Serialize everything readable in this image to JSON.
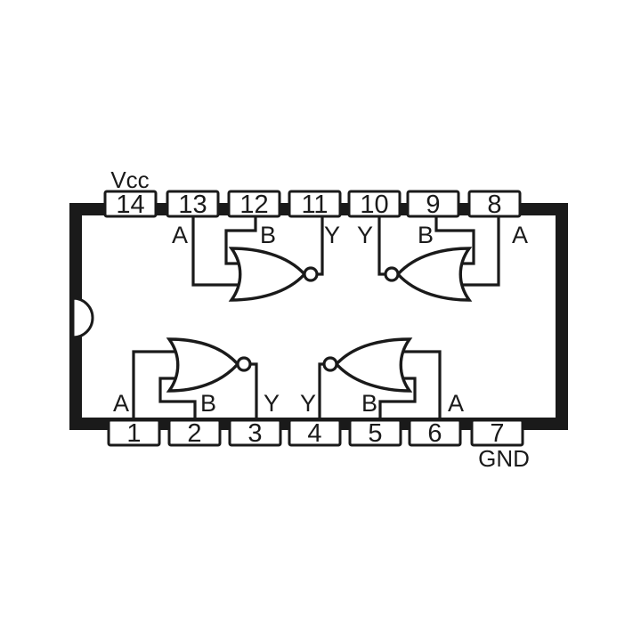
{
  "colors": {
    "ink": "#1a1a1a",
    "paper": "#ffffff"
  },
  "package": {
    "style": "DIP-14",
    "pin_count": 14
  },
  "pins": {
    "top": [
      {
        "number": "14",
        "signal": "",
        "power": "Vcc"
      },
      {
        "number": "13",
        "signal": "A"
      },
      {
        "number": "12",
        "signal": "B"
      },
      {
        "number": "11",
        "signal": "Y"
      },
      {
        "number": "10",
        "signal": "Y"
      },
      {
        "number": "9",
        "signal": "B"
      },
      {
        "number": "8",
        "signal": "A"
      }
    ],
    "bottom": [
      {
        "number": "1",
        "signal": "A"
      },
      {
        "number": "2",
        "signal": "B"
      },
      {
        "number": "3",
        "signal": "Y"
      },
      {
        "number": "4",
        "signal": "Y"
      },
      {
        "number": "5",
        "signal": "B"
      },
      {
        "number": "6",
        "signal": "A"
      },
      {
        "number": "7",
        "signal": "",
        "power": "GND"
      }
    ]
  },
  "gates": [
    {
      "id": 1,
      "type": "NOR",
      "position": "top-left",
      "input_pins": [
        "13",
        "12"
      ],
      "input_labels": [
        "A",
        "B"
      ],
      "output_pin": "11",
      "output_label": "Y"
    },
    {
      "id": 2,
      "type": "NOR",
      "position": "top-right",
      "input_pins": [
        "8",
        "9"
      ],
      "input_labels": [
        "A",
        "B"
      ],
      "output_pin": "10",
      "output_label": "Y"
    },
    {
      "id": 3,
      "type": "NOR",
      "position": "bottom-left",
      "input_pins": [
        "1",
        "2"
      ],
      "input_labels": [
        "A",
        "B"
      ],
      "output_pin": "3",
      "output_label": "Y"
    },
    {
      "id": 4,
      "type": "NOR",
      "position": "bottom-right",
      "input_pins": [
        "6",
        "5"
      ],
      "input_labels": [
        "A",
        "B"
      ],
      "output_pin": "4",
      "output_label": "Y"
    }
  ]
}
